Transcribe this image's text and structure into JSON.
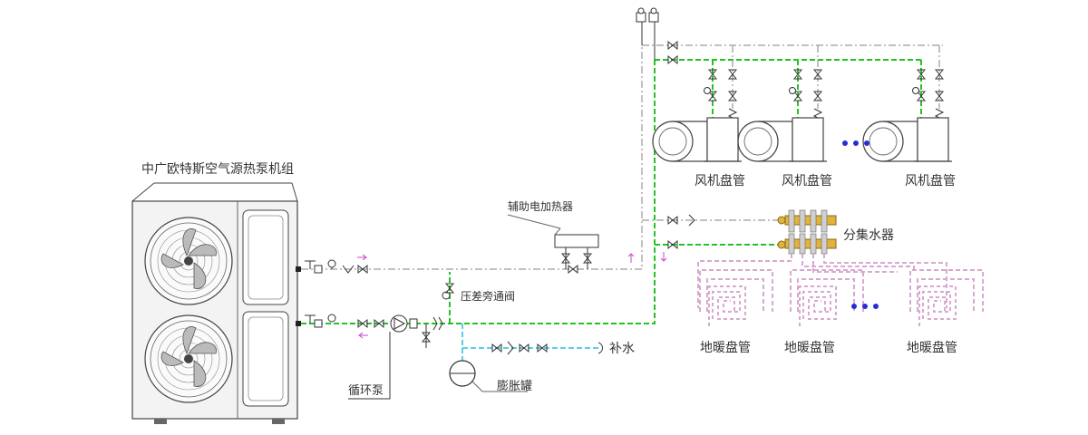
{
  "labels": {
    "unit_title": "中广欧特斯空气源热泵机组",
    "aux_heater": "辅助电加热器",
    "bypass_valve": "压差旁通阀",
    "circulation_pump": "循环泵",
    "expansion_tank": "膨胀罐",
    "water_supply": "补水",
    "manifold": "分集水器",
    "fan_coil": "风机盘管",
    "floor_heating": "地暖盘管"
  },
  "fan_coil_units": [
    {
      "label": "风机盘管"
    },
    {
      "label": "风机盘管"
    },
    {
      "label": "风机盘管"
    }
  ],
  "floor_loops": [
    {
      "label": "地暖盘管"
    },
    {
      "label": "地暖盘管"
    },
    {
      "label": "地暖盘管"
    }
  ],
  "colors": {
    "supply_pipe": "#9a9a9a",
    "return_pipe": "#22c322",
    "makeup_pipe": "#22c0d8",
    "floor_loop": "#d7a8d0",
    "flow_arrow": "#d040d0",
    "manifold": "#e2b33a",
    "line": "#333333",
    "ellipsis_dots": "#2b2bd6"
  }
}
